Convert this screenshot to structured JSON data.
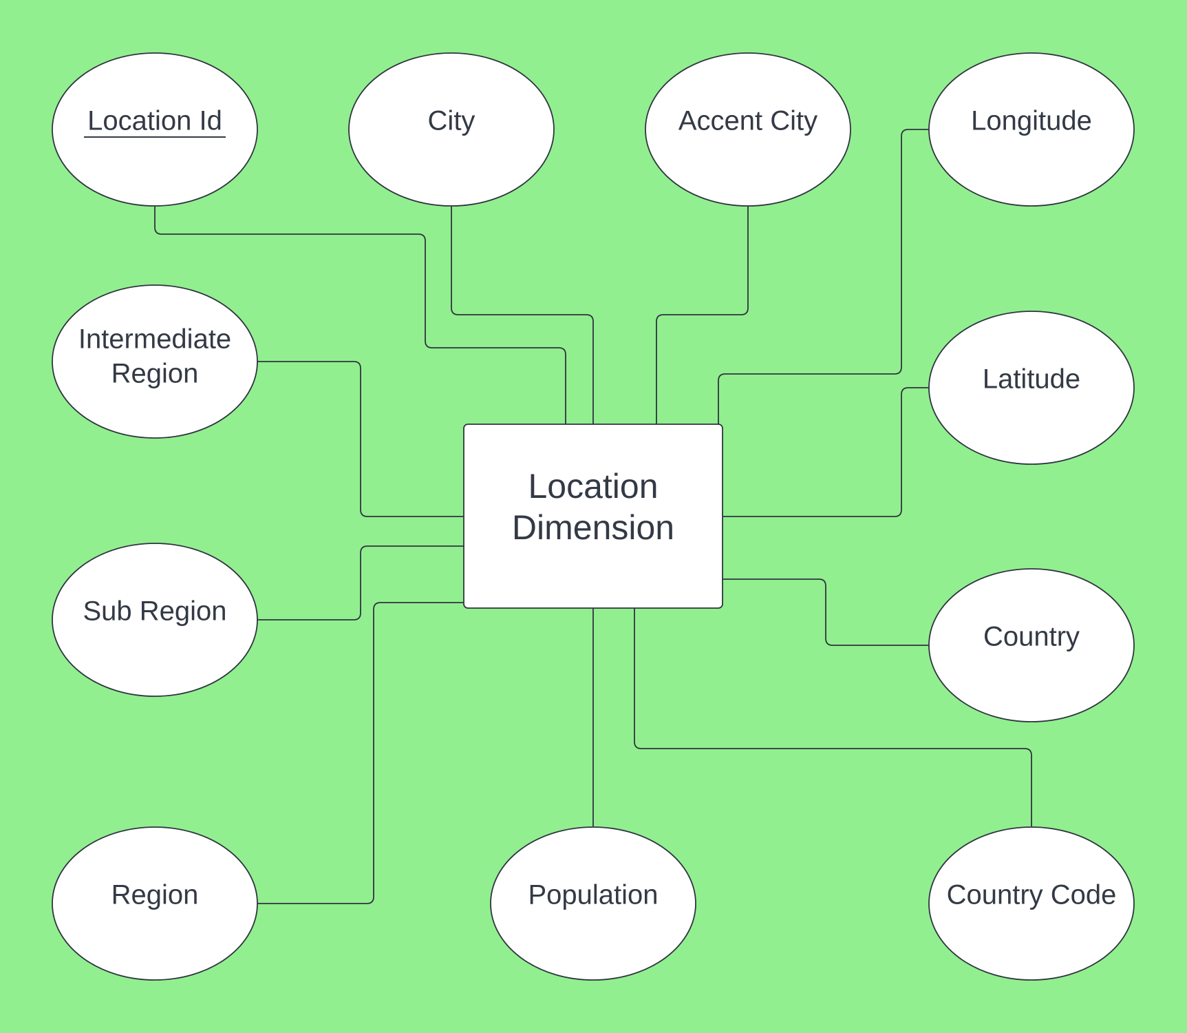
{
  "entity": {
    "line1": "Location",
    "line2": "Dimension"
  },
  "attributes": {
    "location_id": "Location Id",
    "city": "City",
    "accent_city": "Accent City",
    "longitude": "Longitude",
    "intermediate_region_line1": "Intermediate",
    "intermediate_region_line2": "Region",
    "latitude": "Latitude",
    "sub_region": "Sub Region",
    "country": "Country",
    "region": "Region",
    "population": "Population",
    "country_code": "Country Code"
  },
  "colors": {
    "background": "#92ef8f",
    "shape_fill": "#ffffff",
    "stroke": "#2e3440",
    "text": "#333a45"
  }
}
